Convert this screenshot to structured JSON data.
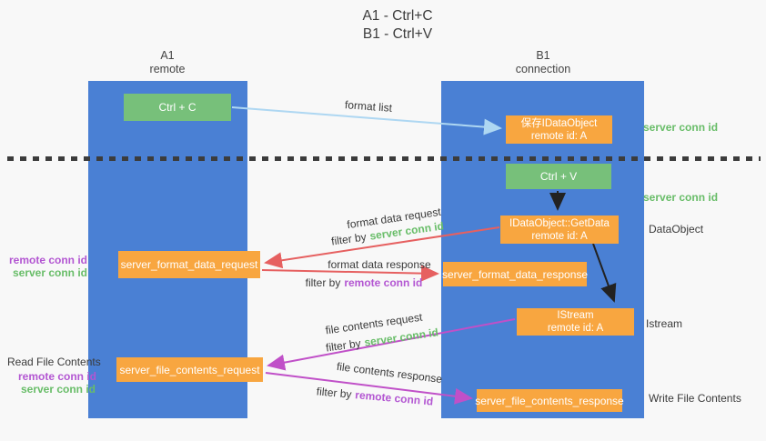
{
  "title": {
    "line1": "A1 - Ctrl+C",
    "line2": "B1 - Ctrl+V"
  },
  "lanes": {
    "a1": {
      "name": "A1",
      "subtitle": "remote"
    },
    "b1": {
      "name": "B1",
      "subtitle": "connection"
    }
  },
  "nodes": {
    "ctrl_c": {
      "label": "Ctrl + C"
    },
    "save_idataobject": {
      "line1": "保存IDataObject",
      "line2": "remote id: A"
    },
    "ctrl_v": {
      "label": "Ctrl + V"
    },
    "getdata": {
      "line1": "IDataObject::GetData",
      "line2": "remote id: A"
    },
    "format_request": {
      "label": "server_format_data_request"
    },
    "format_response": {
      "label": "server_format_data_response"
    },
    "istream": {
      "line1": "IStream",
      "line2": "remote id: A"
    },
    "file_request": {
      "label": "server_file_contents_request"
    },
    "file_response": {
      "label": "server_file_contents_response"
    }
  },
  "edges": {
    "format_list": {
      "label": "format list"
    },
    "format_request": {
      "label": "format data request",
      "filter_prefix": "filter by",
      "filter_key": "server conn id"
    },
    "format_response": {
      "label": "format data response",
      "filter_prefix": "filter by",
      "filter_key": "remote conn id"
    },
    "file_request": {
      "label": "file contents request",
      "filter_prefix": "filter by",
      "filter_key": "server conn id"
    },
    "file_response": {
      "label": "file contents response",
      "filter_prefix": "filter by",
      "filter_key": "remote conn id"
    }
  },
  "side_labels": {
    "right_server_conn_id_1": "server conn id",
    "right_server_conn_id_2": "server conn id",
    "right_dataobject": "DataObject",
    "right_istream": "Istream",
    "right_write_file": "Write File Contents",
    "left_remote_conn_id_1": "remote conn id",
    "left_server_conn_id_1": "server conn id",
    "left_read_file": "Read File Contents",
    "left_remote_conn_id_2": "remote conn id",
    "left_server_conn_id_2": "server conn id"
  },
  "colors": {
    "lane_blue": "#4a80d4",
    "box_green": "#77c07a",
    "box_orange": "#f8a640",
    "arrow_blue": "#aed7f2",
    "arrow_red": "#e66060",
    "arrow_magenta": "#c050c8",
    "arrow_black": "#222222",
    "text_green": "#68bd68",
    "text_purple": "#b356d2"
  }
}
